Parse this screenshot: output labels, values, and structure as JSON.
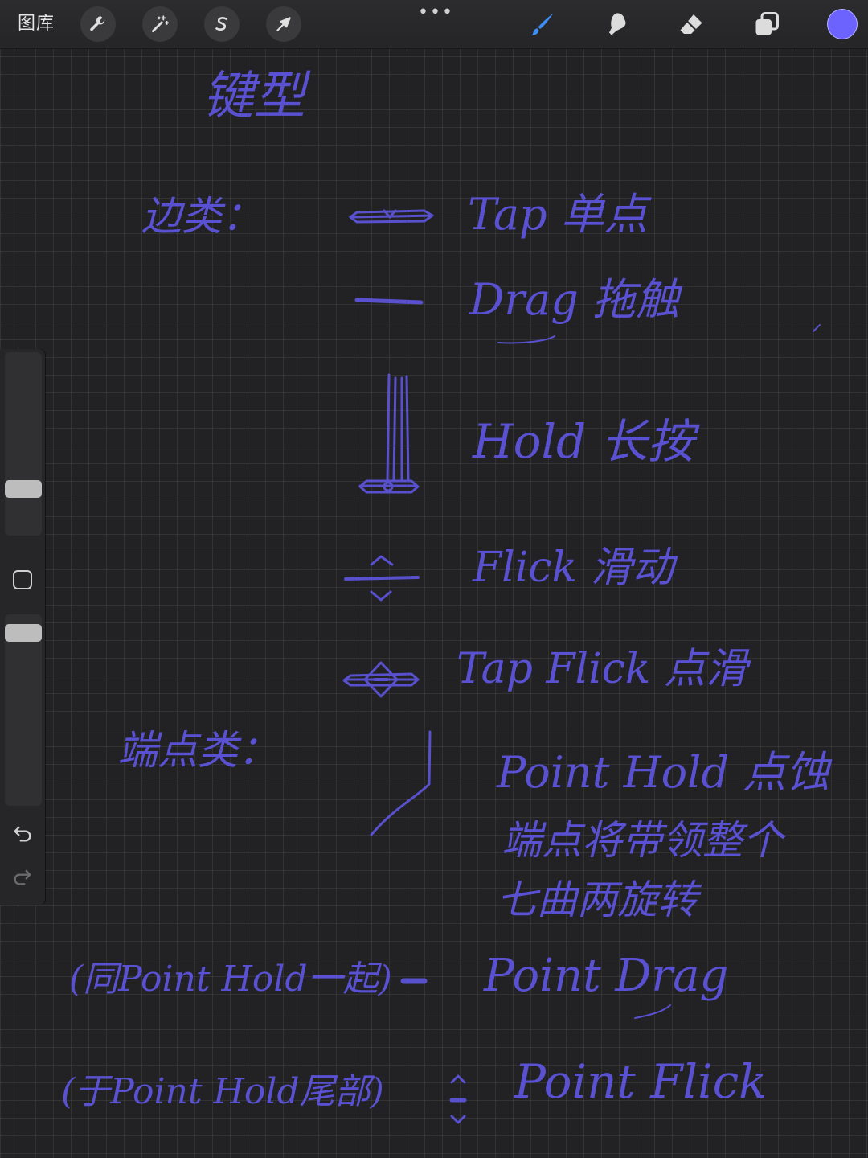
{
  "toolbar": {
    "gallery_label": "图库",
    "left_tools": [
      {
        "name": "actions",
        "icon": "wrench-icon"
      },
      {
        "name": "adjustments",
        "icon": "magic-wand-icon"
      },
      {
        "name": "selection",
        "icon": "selection-s-icon"
      },
      {
        "name": "transform",
        "icon": "arrow-cursor-icon"
      }
    ],
    "more_label": "•••",
    "right_tools": [
      {
        "name": "brush",
        "icon": "brush-icon",
        "active": true
      },
      {
        "name": "smudge",
        "icon": "smudge-finger-icon",
        "active": false
      },
      {
        "name": "eraser",
        "icon": "eraser-icon",
        "active": false
      },
      {
        "name": "layers",
        "icon": "layers-icon",
        "active": false
      }
    ],
    "current_color": "#6c63ff"
  },
  "sidebar": {
    "brush_size_level": 0.35,
    "opacity_level": 0.95,
    "icons": [
      "modify-square-icon",
      "undo-icon",
      "redo-icon"
    ]
  },
  "colors": {
    "ink": "#5e55e0",
    "canvas": "#222224"
  },
  "handwriting": {
    "title": "键型",
    "line_category": "边类：",
    "point_category": "端点类：",
    "tap": "Tap 单点",
    "drag": "Drag 拖触",
    "hold": "Hold 长按",
    "flick": "Flick 滑动",
    "tap_flick": "Tap Flick 点滑",
    "point_hold": "Point Hold 点蚀",
    "point_hold_desc1": "端点将带领整个",
    "point_hold_desc2": "七曲两旋转",
    "point_drag_note": "(同Point Hold一起)",
    "point_drag": "Point Drag",
    "point_flick_note": "(于Point Hold尾部)",
    "point_flick": "Point Flick"
  }
}
